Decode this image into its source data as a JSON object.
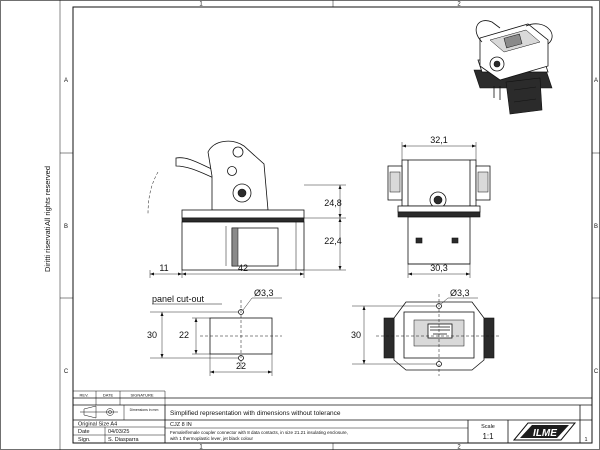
{
  "frame": {
    "columns": [
      "1",
      "2"
    ],
    "rows": [
      "A",
      "B",
      "C"
    ],
    "side_text_1": "Diritti riservati",
    "side_text_2": "All rights reserved"
  },
  "dimensions": {
    "front_width": "42",
    "front_offset": "11",
    "lever_height": "24,8",
    "body_height": "22,4",
    "side_top_width": "32,1",
    "side_bottom_width": "30,3",
    "cutout_hole": "Ø3,3",
    "cutout_height_outer": "30",
    "cutout_height_inner": "22",
    "cutout_width": "22",
    "bottom_hole": "Ø3,3",
    "bottom_height": "30"
  },
  "labels": {
    "panel_cutout": "panel cut-out"
  },
  "title_block": {
    "rev_header": "REV.",
    "date_header": "DATE",
    "signature_header": "SIGNATURE",
    "dimensions_label": "Dimensions in mm",
    "description_line1": "Simplified representation with dimensions without tolerance",
    "original_size": "Original Size A4",
    "date_label": "Date",
    "date_value": "04/03/25",
    "sign_label": "Sign.",
    "sign_value": "S. Diasparra",
    "part_code": "CJZ 8 IN",
    "description_detail_1": "Female/female coupler connector with 8 data contacts, in size 21.21 insulating enclosure,",
    "description_detail_2": "with 1 thermoplastic lever, jet black colour",
    "scale_label": "Scale",
    "scale_value": "1:1",
    "sheet_number": "1",
    "logo_text": "ILME"
  }
}
